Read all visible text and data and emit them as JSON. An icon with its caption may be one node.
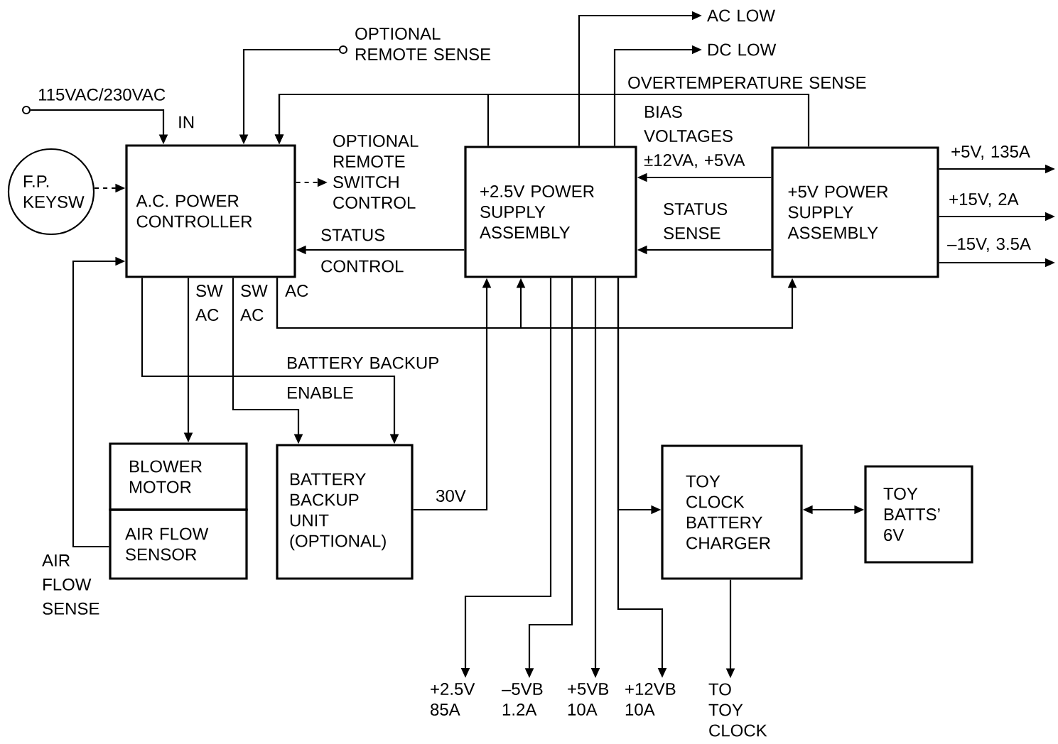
{
  "diagram": {
    "nodes": [
      {
        "text": [
          "F.P. KEYSW"
        ]
      },
      {
        "text": [
          "A.C. POWER CONTROLLER"
        ]
      },
      {
        "text": [
          "+2.5V POWER SUPPLY ASSEMBLY"
        ]
      },
      {
        "text": [
          "+5V POWER SUPPLY ASSEMBLY"
        ]
      },
      {
        "text": [
          "BLOWER MOTOR"
        ]
      },
      {
        "text": [
          "AIR FLOW SENSOR"
        ]
      },
      {
        "text": [
          "BATTERY BACKUP UNIT (OPTIONAL)"
        ]
      },
      {
        "text": [
          "TOY CLOCK BATTERY CHARGER"
        ]
      },
      {
        "text": [
          "TOY BATTS’ 6V"
        ]
      },
      {
        "text": [],
        "shape": "circle",
        "beside": [
          "115VAC/230VAC"
        ]
      },
      {
        "text": [],
        "shape": "circle",
        "beside": [
          "OPTIONAL REMOTE SENSE"
        ]
      },
      {
        "text": [
          "OPTIONAL REMOTE SWITCH CONTROL"
        ]
      },
      {
        "text": [
          "AC LOW"
        ]
      },
      {
        "text": [
          "DC LOW"
        ]
      },
      {
        "text": [
          "+2.5V 85A"
        ]
      },
      {
        "text": [
          "–5VB 1.2A"
        ]
      },
      {
        "text": [
          "+5VB 10A"
        ]
      },
      {
        "text": [
          "+12VB 10A"
        ]
      },
      {
        "text": [
          "TO TOY CLOCK"
        ]
      }
    ],
    "edges": [
      {
        "from": 0,
        "to": 1,
        "arrow": "to",
        "style": "dashed"
      },
      {
        "from": 9,
        "to": 1,
        "arrow": "to",
        "label": "IN"
      },
      {
        "from": 10,
        "to": 1,
        "arrow": "to"
      },
      {
        "from": 1,
        "to": 11,
        "arrow": "to",
        "style": "dashed"
      },
      {
        "from": 2,
        "to": 1,
        "arrow": "to",
        "label": "STATUS CONTROL"
      },
      {
        "from": 2,
        "to": 12,
        "arrow": "to"
      },
      {
        "from": 2,
        "to": 13,
        "arrow": "to"
      },
      {
        "from": 3,
        "to": 1,
        "arrow": "to",
        "label": "OVERTEMPERATURE SENSE"
      },
      {
        "from": 2,
        "to": 1,
        "arrow": "to"
      },
      {
        "from": 3,
        "to": 2,
        "arrow": "to",
        "label": "BIAS VOLTAGES ±12VA, +5VA"
      },
      {
        "from": 3,
        "to": 2,
        "arrow": "to",
        "label": "STATUS SENSE"
      },
      {
        "from": 3,
        "to": null,
        "arrow": "to",
        "label": "+5V, 135A"
      },
      {
        "from": 3,
        "to": null,
        "arrow": "to",
        "label": "+15V, 2A"
      },
      {
        "from": 3,
        "to": null,
        "arrow": "to",
        "label": "–15V, 3.5A"
      },
      {
        "from": 1,
        "to": 4,
        "arrow": "to",
        "label": "SW AC"
      },
      {
        "from": 1,
        "to": 6,
        "arrow": "to",
        "label": "SW AC"
      },
      {
        "from": 1,
        "to": 6,
        "arrow": "to",
        "label": "BATTERY BACKUP ENABLE"
      },
      {
        "from": 1,
        "to": 2,
        "arrow": "to",
        "label": "AC"
      },
      {
        "from": 1,
        "to": 3,
        "arrow": "to"
      },
      {
        "from": 6,
        "to": 2,
        "arrow": "to",
        "label": "30V"
      },
      {
        "from": 5,
        "to": 1,
        "arrow": "to",
        "label": "AIR FLOW SENSE"
      },
      {
        "from": 2,
        "to": 14,
        "arrow": "to"
      },
      {
        "from": 2,
        "to": 15,
        "arrow": "to"
      },
      {
        "from": 2,
        "to": 16,
        "arrow": "to"
      },
      {
        "from": 2,
        "to": 17,
        "arrow": "to"
      },
      {
        "from": 2,
        "to": 7,
        "arrow": "to"
      },
      {
        "from": 7,
        "to": 8,
        "arrow": "both"
      },
      {
        "from": 7,
        "to": 18,
        "arrow": "to"
      }
    ]
  }
}
